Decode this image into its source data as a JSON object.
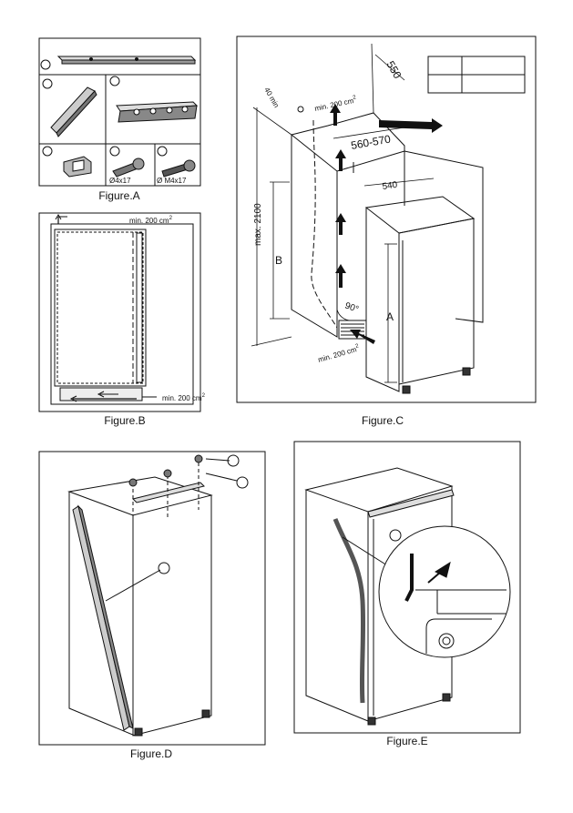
{
  "figures": {
    "a": {
      "caption": "Figure.A",
      "screw_small_label": "Ø4x17",
      "screw_metric_label": "Ø M4x17"
    },
    "b": {
      "caption": "Figure.B",
      "vent_top_label": "min. 200 cm",
      "vent_top_sup": "2",
      "vent_bottom_label": "min. 200 cm",
      "vent_bottom_sup": "2"
    },
    "c": {
      "caption": "Figure.C",
      "dim_depth": "550",
      "dim_gap": "40 min",
      "vent_top_label": "min. 200 cm",
      "vent_top_sup": "2",
      "dim_width_niche": "560-570",
      "dim_width_unit": "540",
      "dim_height": "max. 2100",
      "label_b": "B",
      "label_a": "A",
      "angle": "90°",
      "vent_bottom_label": "min. 200 cm",
      "vent_bottom_sup": "2"
    },
    "d": {
      "caption": "Figure.D"
    },
    "e": {
      "caption": "Figure.E"
    }
  }
}
